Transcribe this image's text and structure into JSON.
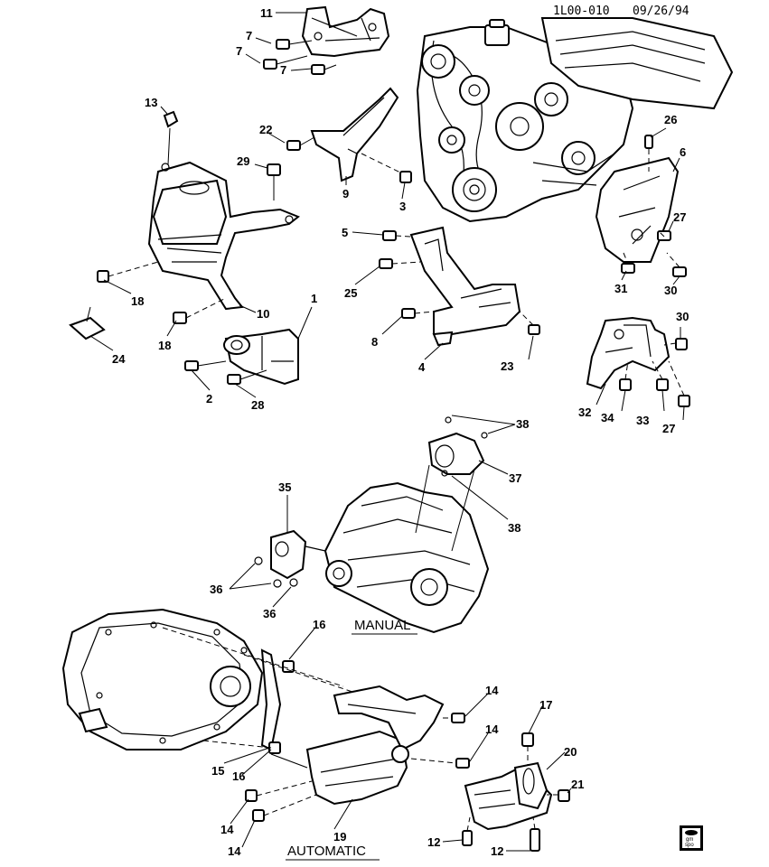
{
  "header": {
    "code": "1L00-010",
    "date": "09/26/94"
  },
  "captions": {
    "manual": "MANUAL",
    "automatic": "AUTOMATIC"
  },
  "logo": {
    "text_top": "gm",
    "text_bottom": "spo"
  },
  "callouts": [
    {
      "id": "c11",
      "text": "11"
    },
    {
      "id": "c7a",
      "text": "7"
    },
    {
      "id": "c7b",
      "text": "7"
    },
    {
      "id": "c7c",
      "text": "7"
    },
    {
      "id": "c13",
      "text": "13"
    },
    {
      "id": "c22",
      "text": "22"
    },
    {
      "id": "c29",
      "text": "29"
    },
    {
      "id": "c9",
      "text": "9"
    },
    {
      "id": "c3",
      "text": "3"
    },
    {
      "id": "c26",
      "text": "26"
    },
    {
      "id": "c6",
      "text": "6"
    },
    {
      "id": "c27a",
      "text": "27"
    },
    {
      "id": "c5",
      "text": "5"
    },
    {
      "id": "c18a",
      "text": "18"
    },
    {
      "id": "c25",
      "text": "25"
    },
    {
      "id": "c31",
      "text": "31"
    },
    {
      "id": "c30a",
      "text": "30"
    },
    {
      "id": "c1",
      "text": "1"
    },
    {
      "id": "c10",
      "text": "10"
    },
    {
      "id": "c8",
      "text": "8"
    },
    {
      "id": "c18b",
      "text": "18"
    },
    {
      "id": "c24",
      "text": "24"
    },
    {
      "id": "c4",
      "text": "4"
    },
    {
      "id": "c23",
      "text": "23"
    },
    {
      "id": "c30b",
      "text": "30"
    },
    {
      "id": "c2",
      "text": "2"
    },
    {
      "id": "c28",
      "text": "28"
    },
    {
      "id": "c32",
      "text": "32"
    },
    {
      "id": "c34",
      "text": "34"
    },
    {
      "id": "c33",
      "text": "33"
    },
    {
      "id": "c27b",
      "text": "27"
    },
    {
      "id": "c38a",
      "text": "38"
    },
    {
      "id": "c37",
      "text": "37"
    },
    {
      "id": "c38b",
      "text": "38"
    },
    {
      "id": "c35",
      "text": "35"
    },
    {
      "id": "c36a",
      "text": "36"
    },
    {
      "id": "c36b",
      "text": "36"
    },
    {
      "id": "c16a",
      "text": "16"
    },
    {
      "id": "c14a",
      "text": "14"
    },
    {
      "id": "c14b",
      "text": "14"
    },
    {
      "id": "c17",
      "text": "17"
    },
    {
      "id": "c20",
      "text": "20"
    },
    {
      "id": "c15",
      "text": "15"
    },
    {
      "id": "c16b",
      "text": "16"
    },
    {
      "id": "c21",
      "text": "21"
    },
    {
      "id": "c14c",
      "text": "14"
    },
    {
      "id": "c19",
      "text": "19"
    },
    {
      "id": "c14d",
      "text": "14"
    },
    {
      "id": "c12a",
      "text": "12"
    },
    {
      "id": "c12b",
      "text": "12"
    }
  ]
}
